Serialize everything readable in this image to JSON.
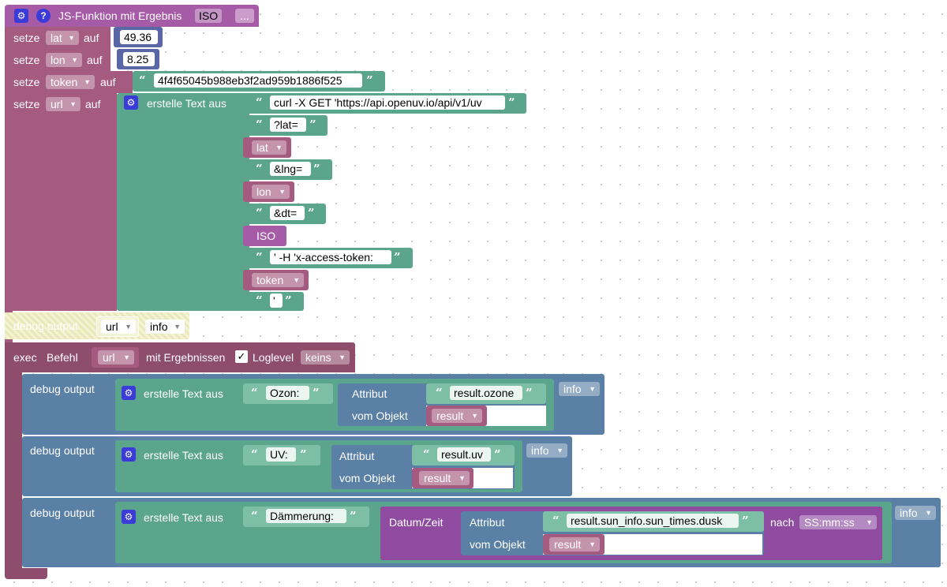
{
  "header": {
    "gear_icon": "gear-icon",
    "help_icon": "?",
    "title": "JS-Funktion mit Ergebnis",
    "param": "ISO",
    "more": "..."
  },
  "vars": {
    "lat": {
      "setze": "setze",
      "name": "lat",
      "auf": "auf",
      "value": "49.36"
    },
    "lon": {
      "setze": "setze",
      "name": "lon",
      "auf": "auf",
      "value": "8.25"
    },
    "token": {
      "setze": "setze",
      "name": "token",
      "auf": "auf",
      "value": "4f4f65045b988eb3f2ad959b1886f525"
    },
    "url": {
      "setze": "setze",
      "name": "url",
      "auf": "auf",
      "join_label": "erstelle Text aus"
    }
  },
  "join_items": {
    "t1": "curl -X GET 'https://api.openuv.io/api/v1/uv",
    "t2": "?lat=",
    "v1": "lat",
    "t3": "&lng=",
    "v2": "lon",
    "t4": "&dt=",
    "p1": "ISO",
    "t5": "' -H 'x-access-token: ",
    "v3": "token",
    "t6": "'"
  },
  "debug1": {
    "label": "debug output",
    "var": "url",
    "level": "info"
  },
  "exec": {
    "label": "exec",
    "befehl": "Befehl",
    "var": "url",
    "mit": "mit Ergebnissen",
    "check": "✓",
    "loglevel_label": "Loglevel",
    "loglevel": "keins"
  },
  "debug_ozone": {
    "label": "debug output",
    "join": "erstelle Text aus",
    "text": "Ozon: ",
    "attr": "Attribut",
    "attr_value": "result.ozone",
    "obj": "vom Objekt",
    "obj_var": "result",
    "level": "info"
  },
  "debug_uv": {
    "label": "debug output",
    "join": "erstelle Text aus",
    "text": "UV: ",
    "attr": "Attribut",
    "attr_value": "result.uv",
    "obj": "vom Objekt",
    "obj_var": "result",
    "level": "info"
  },
  "debug_dusk": {
    "label": "debug output",
    "join": "erstelle Text aus",
    "text": "Dämmerung: ",
    "dt": "Datum/Zeit",
    "attr": "Attribut",
    "attr_value": "result.sun_info.sun_times.dusk",
    "obj": "vom Objekt",
    "obj_var": "result",
    "nach": "nach",
    "format": "SS:mm:ss",
    "level": "info"
  },
  "colors": {
    "procedure": "#a55ba5",
    "variable": "#a55b80",
    "math": "#5b67a5",
    "text": "#5ba58c",
    "system": "#5b80a5"
  }
}
